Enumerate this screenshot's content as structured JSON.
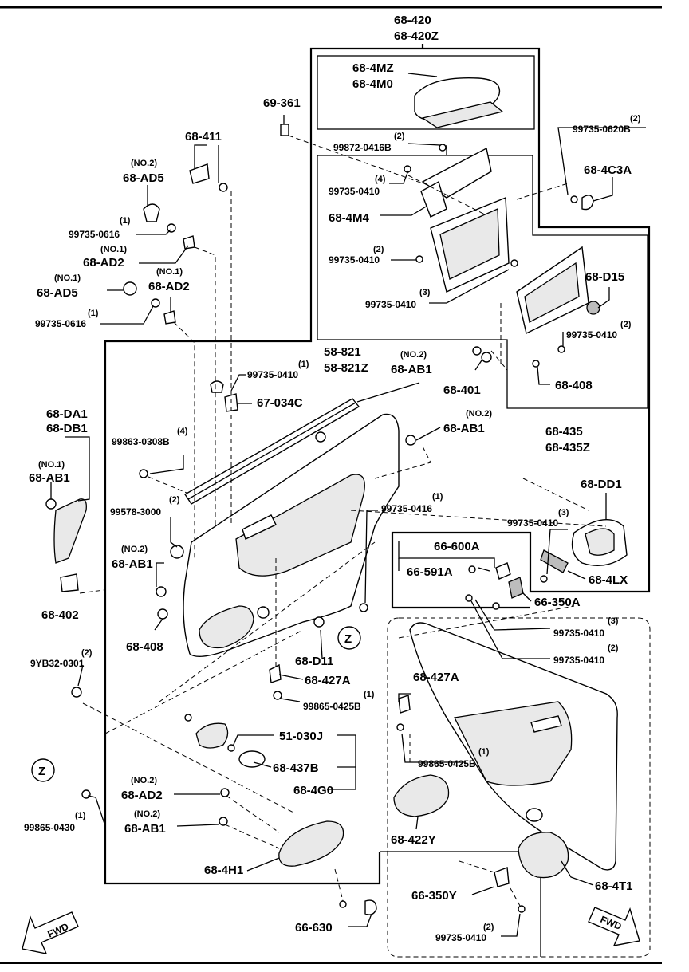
{
  "labels": {
    "p68_420": "68-420",
    "p68_420z": "68-420Z",
    "p68_4mz": "68-4MZ",
    "p68_4m0": "68-4M0",
    "p69_361": "69-361",
    "q2_a": "(2)",
    "p99872_0416b": "99872-0416B",
    "q2_b": "(2)",
    "p99735_0620b": "99735-0620B",
    "p68_4c3a": "68-4C3A",
    "p68_411": "68-411",
    "no2_a": "(NO.2)",
    "p68_ad5_a": "68-AD5",
    "q4_a": "(4)",
    "p99735_0410_a": "99735-0410",
    "p68_4m4": "68-4M4",
    "q1_a": "(1)",
    "p99735_0616_a": "99735-0616",
    "no1_a": "(NO.1)",
    "p68_ad2_a": "68-AD2",
    "q2_c": "(2)",
    "p99735_0410_b": "99735-0410",
    "no1_b": "(NO.1)",
    "p68_ad5_b": "68-AD5",
    "no1_c": "(NO.1)",
    "p68_ad2_b": "68-AD2",
    "q3_a": "(3)",
    "p99735_0410_c": "99735-0410",
    "p68_d15": "68-D15",
    "q1_b": "(1)",
    "p99735_0616_b": "99735-0616",
    "q2_d": "(2)",
    "p99735_0410_d": "99735-0410",
    "p58_821": "58-821",
    "p58_821z": "58-821Z",
    "no2_b": "(NO.2)",
    "p68_ab1_a": "68-AB1",
    "q1_c": "(1)",
    "p99735_0410_e": "99735-0410",
    "p68_401": "68-401",
    "p68_408_a": "68-408",
    "p67_034c": "67-034C",
    "p68_da1": "68-DA1",
    "p68_db1": "68-DB1",
    "q4_b": "(4)",
    "p99863_0308b": "99863-0308B",
    "no2_c": "(NO.2)",
    "p68_ab1_b": "68-AB1",
    "p68_435": "68-435",
    "p68_435z": "68-435Z",
    "no1_d": "(NO.1)",
    "p68_ab1_c": "68-AB1",
    "q2_e": "(2)",
    "p99578_3000": "99578-3000",
    "q1_d": "(1)",
    "p99735_0416": "99735-0416",
    "p68_dd1": "68-DD1",
    "q3_b": "(3)",
    "p99735_0410_f": "99735-0410",
    "no2_d": "(NO.2)",
    "p68_ab1_d": "68-AB1",
    "p66_600a": "66-600A",
    "p66_591a": "66-591A",
    "p68_4lx": "68-4LX",
    "p68_402": "68-402",
    "p66_350a": "66-350A",
    "q3_c": "(3)",
    "p99735_0410_g": "99735-0410",
    "p68_408_b": "68-408",
    "q2_f": "(2)",
    "p99735_0410_h": "99735-0410",
    "z_a": "Z",
    "p68_d11": "68-D11",
    "q2_g": "(2)",
    "p9yb32_0301": "9YB32-0301",
    "p68_427a_a": "68-427A",
    "q1_e": "(1)",
    "p99865_0425b_a": "99865-0425B",
    "p68_427a_b": "68-427A",
    "p51_030j": "51-030J",
    "p68_437b": "68-437B",
    "p68_4g0": "68-4G0",
    "q1_f": "(1)",
    "p99865_0425b_b": "99865-0425B",
    "z_b": "Z",
    "no2_e": "(NO.2)",
    "p68_ad2_c": "68-AD2",
    "q1_g": "(1)",
    "p99865_0430": "99865-0430",
    "no2_f": "(NO.2)",
    "p68_ab1_e": "68-AB1",
    "p68_422y": "68-422Y",
    "p68_4h1": "68-4H1",
    "p68_4t1": "68-4T1",
    "p66_350y": "66-350Y",
    "p66_630": "66-630",
    "q2_h": "(2)",
    "p99735_0410_i": "99735-0410",
    "fwd_a": "FWD",
    "fwd_b": "FWD"
  }
}
